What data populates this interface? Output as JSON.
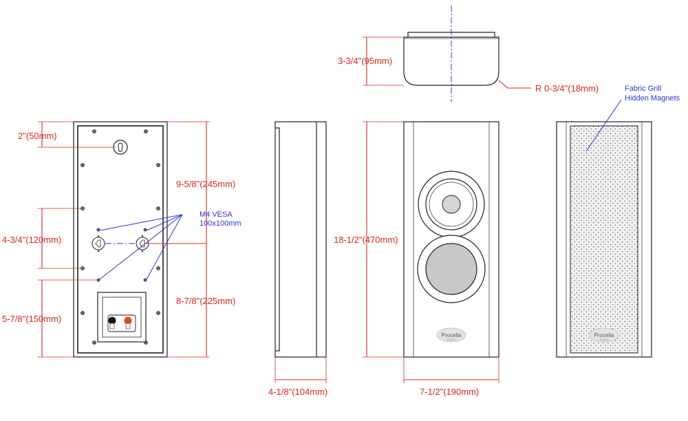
{
  "dimensions": {
    "mount_offset": "2\"(50mm)",
    "upper_span": "9-5/8\"(245mm)",
    "vesa_spacing": "4-3/4\"(120mm)",
    "lower_span": "8-7/8\"(225mm)",
    "bottom_offset": "5-7/8\"(150mm)",
    "height": "18-1/2\"(470mm)",
    "depth": "4-1/8\"(104mm)",
    "width": "7-1/2\"(190mm)",
    "top_depth": "3-3/4\"(95mm)",
    "corner_radius": "R 0-3/4\"(18mm)"
  },
  "annotations": {
    "vesa_line1": "M4 VESA",
    "vesa_line2": "100x100mm",
    "grill_line1": "Fabric Grill",
    "grill_line2": "Hidden Magnets"
  },
  "logo": {
    "name": "Procella",
    "tagline": "AUDIO"
  },
  "colors": {
    "dimension": "#e2261b",
    "annotation": "#2a34d8",
    "outline": "#1e1e1e",
    "tweeter_fill": "#d4d4d4",
    "woofer_fill": "#c8c8c8"
  }
}
